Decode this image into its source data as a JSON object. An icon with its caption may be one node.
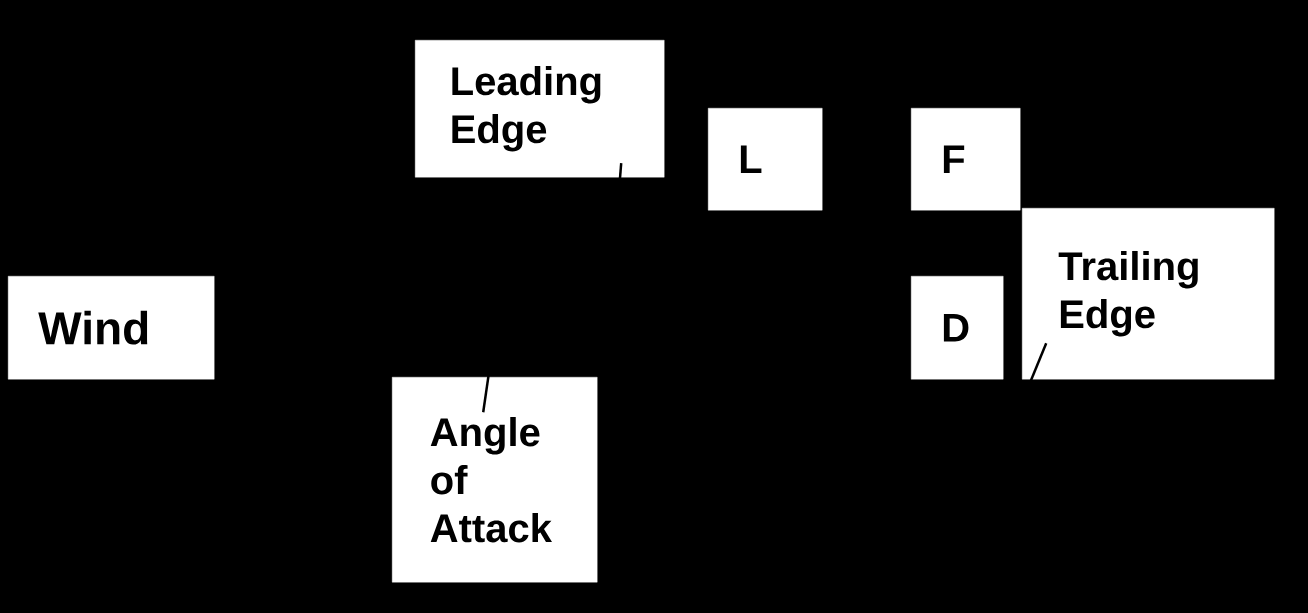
{
  "diagram": {
    "nodes": [
      {
        "text": [
          "Wind"
        ]
      },
      {
        "text": [
          "Leading Edge"
        ]
      },
      {
        "text": [
          "L"
        ]
      },
      {
        "text": [
          "F"
        ]
      },
      {
        "text": [
          "D"
        ]
      },
      {
        "text": [
          "Trailing Edge"
        ]
      },
      {
        "text": [
          "Angle of Attack"
        ]
      }
    ],
    "edges": [
      {
        "from": 1,
        "to": null,
        "arrow": "none"
      },
      {
        "from": 6,
        "to": null,
        "arrow": "none"
      },
      {
        "from": 5,
        "to": null,
        "arrow": "none"
      }
    ]
  }
}
